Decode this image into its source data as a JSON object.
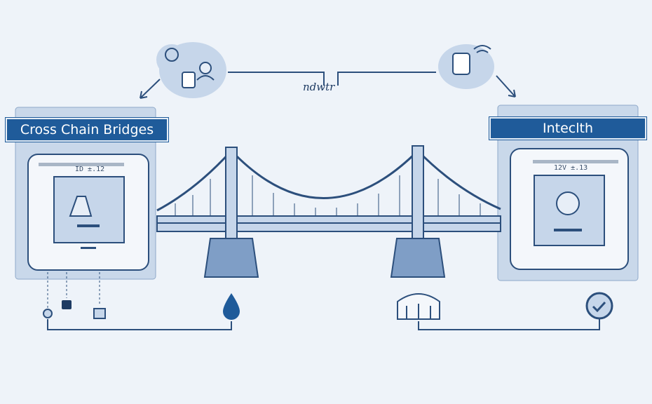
{
  "left_panel": {
    "title": "Cross Chain Bridges",
    "code": "ID ±.12"
  },
  "right_panel": {
    "title": "Inteclth",
    "code": "12V ±.13"
  },
  "connector_label": "ndwtr",
  "colors": {
    "accent": "#1f5b9a",
    "background": "#eef3f9",
    "line": "#2c4f7c",
    "panel": "#c9d8ea"
  }
}
